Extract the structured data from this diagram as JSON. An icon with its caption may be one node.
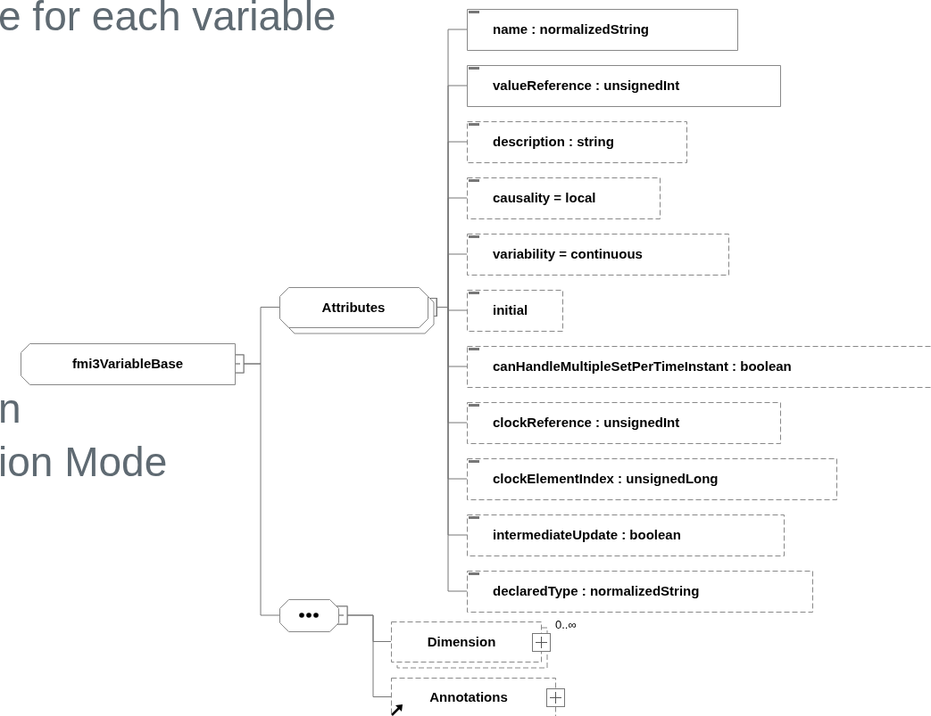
{
  "diagram": {
    "nodes": [
      {
        "text": [
          "fmi3VariableBase"
        ]
      },
      {
        "text": [
          "Attributes"
        ]
      },
      {
        "text": [
          "name : normalizedString"
        ]
      },
      {
        "text": [
          "valueReference : unsignedInt"
        ]
      },
      {
        "text": [
          "description : string"
        ]
      },
      {
        "text": [
          "causality = local"
        ]
      },
      {
        "text": [
          "variability = continuous"
        ]
      },
      {
        "text": [
          "initial"
        ]
      },
      {
        "text": [
          "canHandleMultipleSetPerTimeInstant : boolean"
        ]
      },
      {
        "text": [
          "clockReference : unsignedInt"
        ]
      },
      {
        "text": [
          "clockElementIndex : unsignedLong"
        ]
      },
      {
        "text": [
          "intermediateUpdate : boolean"
        ]
      },
      {
        "text": [
          "declaredType : normalizedString"
        ]
      },
      {
        "text": [],
        "shape": "octagon"
      },
      {
        "text": [
          "Dimension"
        ],
        "beside": [
          "0..∞"
        ]
      },
      {
        "text": [
          "Annotations"
        ]
      }
    ],
    "edges": [
      {
        "from": 0,
        "to": 1,
        "arrow": "other"
      },
      {
        "from": 0,
        "to": 13,
        "arrow": "other"
      },
      {
        "from": 1,
        "to": 2,
        "arrow": "other"
      },
      {
        "from": 1,
        "to": 3,
        "arrow": "other"
      },
      {
        "from": 1,
        "to": 4,
        "arrow": "other"
      },
      {
        "from": 1,
        "to": 5,
        "arrow": "other"
      },
      {
        "from": 1,
        "to": 6,
        "arrow": "other"
      },
      {
        "from": 1,
        "to": 7,
        "arrow": "other"
      },
      {
        "from": 1,
        "to": 8,
        "arrow": "other"
      },
      {
        "from": 1,
        "to": 9,
        "arrow": "other"
      },
      {
        "from": 1,
        "to": 10,
        "arrow": "other"
      },
      {
        "from": 1,
        "to": 11,
        "arrow": "other"
      },
      {
        "from": 1,
        "to": 12,
        "arrow": "other"
      },
      {
        "from": 13,
        "to": 14,
        "arrow": "other"
      },
      {
        "from": 13,
        "to": 15,
        "arrow": "other"
      }
    ],
    "labels": [
      "e for each variable",
      "n",
      "ion Mode"
    ]
  }
}
